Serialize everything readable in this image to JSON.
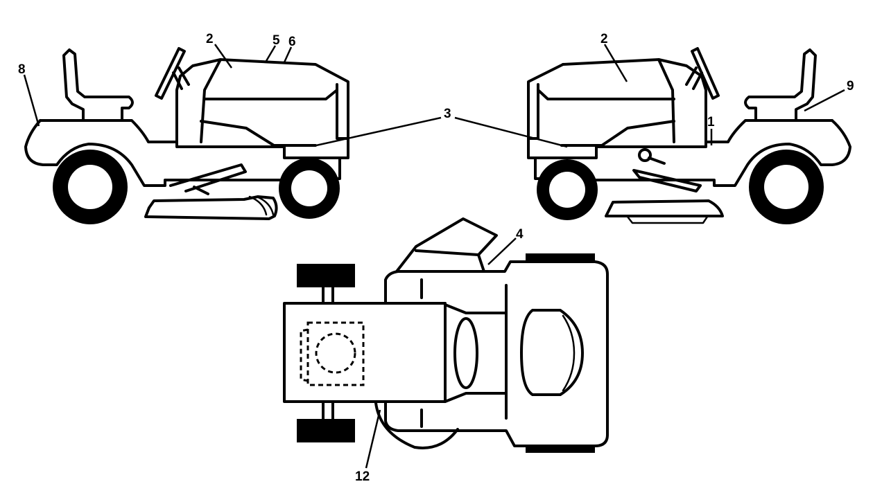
{
  "callouts": {
    "c1": "1",
    "c2_left": "2",
    "c2_right": "2",
    "c3": "3",
    "c4": "4",
    "c5": "5",
    "c6": "6",
    "c8": "8",
    "c9": "9",
    "c12": "12"
  }
}
